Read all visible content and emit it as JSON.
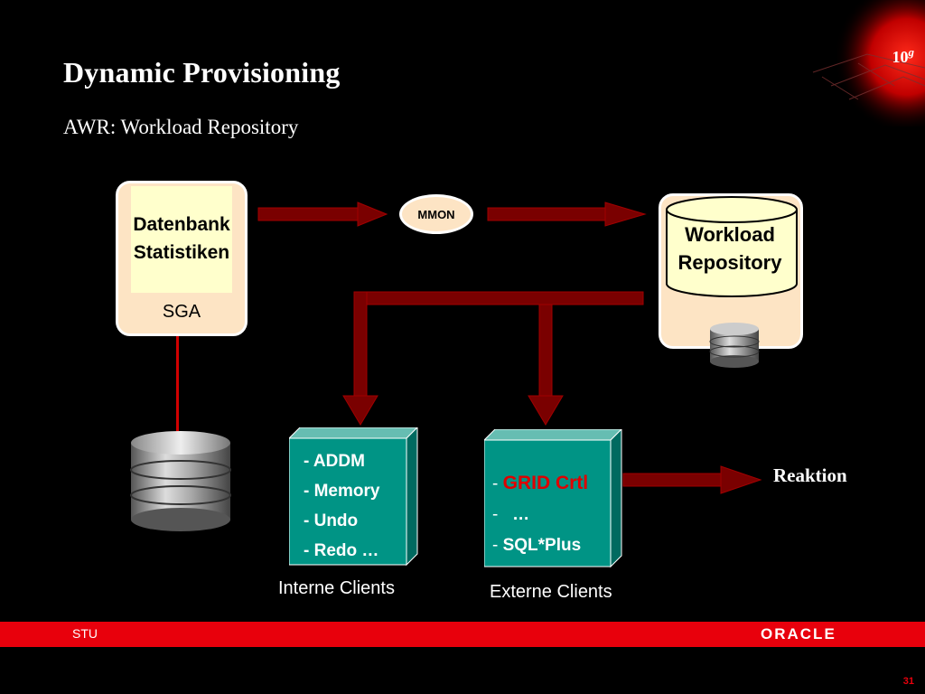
{
  "slide": {
    "title": "Dynamic Provisioning",
    "subtitle": "AWR: Workload Repository",
    "logo_number": "10",
    "logo_superscript": "g"
  },
  "diagram": {
    "sga_box": {
      "line1": "Datenbank",
      "line2": "Statistiken",
      "label": "SGA"
    },
    "mmon": "MMON",
    "workload_repository": {
      "line1": "Workload",
      "line2": "Repository"
    },
    "internal_clients": {
      "items": [
        "- ADDM",
        "- Memory",
        "- Undo",
        "- Redo …"
      ],
      "caption": "Interne Clients"
    },
    "external_clients": {
      "items": [
        {
          "dash": "- ",
          "text": "GRID Crtl"
        },
        {
          "dash": "-   ",
          "text": "…"
        },
        {
          "dash": "- ",
          "text": "SQL*Plus"
        }
      ],
      "caption": "Externe Clients"
    },
    "reaction": "Reaktion"
  },
  "footer": {
    "left_text": "STU",
    "brand": "ORACLE",
    "page_number": "31"
  },
  "colors": {
    "background": "#000000",
    "arrow": "#7a0000",
    "box_fill": "#fde4c4",
    "note_fill": "#ffffcc",
    "teal": "#009485",
    "footer_bar": "#e8000c",
    "highlight_text": "#e00000"
  }
}
